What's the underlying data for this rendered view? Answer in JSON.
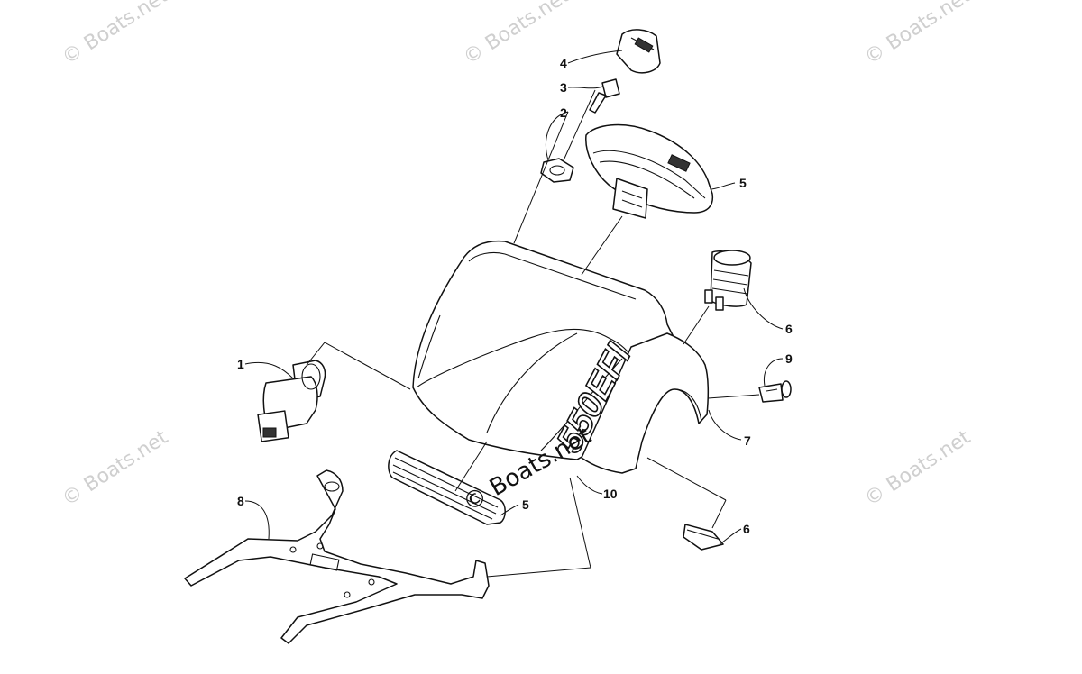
{
  "watermarks": [
    {
      "id": "wm-top-left",
      "text": "© Boats.net"
    },
    {
      "id": "wm-top-center",
      "text": "© Boats.net"
    },
    {
      "id": "wm-top-right",
      "text": "© Boats.net"
    },
    {
      "id": "wm-bottom-left",
      "text": "© Boats.net"
    },
    {
      "id": "wm-bottom-right",
      "text": "© Boats.net"
    }
  ],
  "center_watermark": "© Boats.net",
  "hood_logo": "550EFI",
  "callouts": {
    "c1": "1",
    "c2": "2",
    "c3": "3",
    "c4": "4",
    "c5_top": "5",
    "c5_bottom": "5",
    "c6_top": "6",
    "c6_bottom": "6",
    "c7": "7",
    "c8": "8",
    "c9": "9",
    "c10": "10"
  }
}
